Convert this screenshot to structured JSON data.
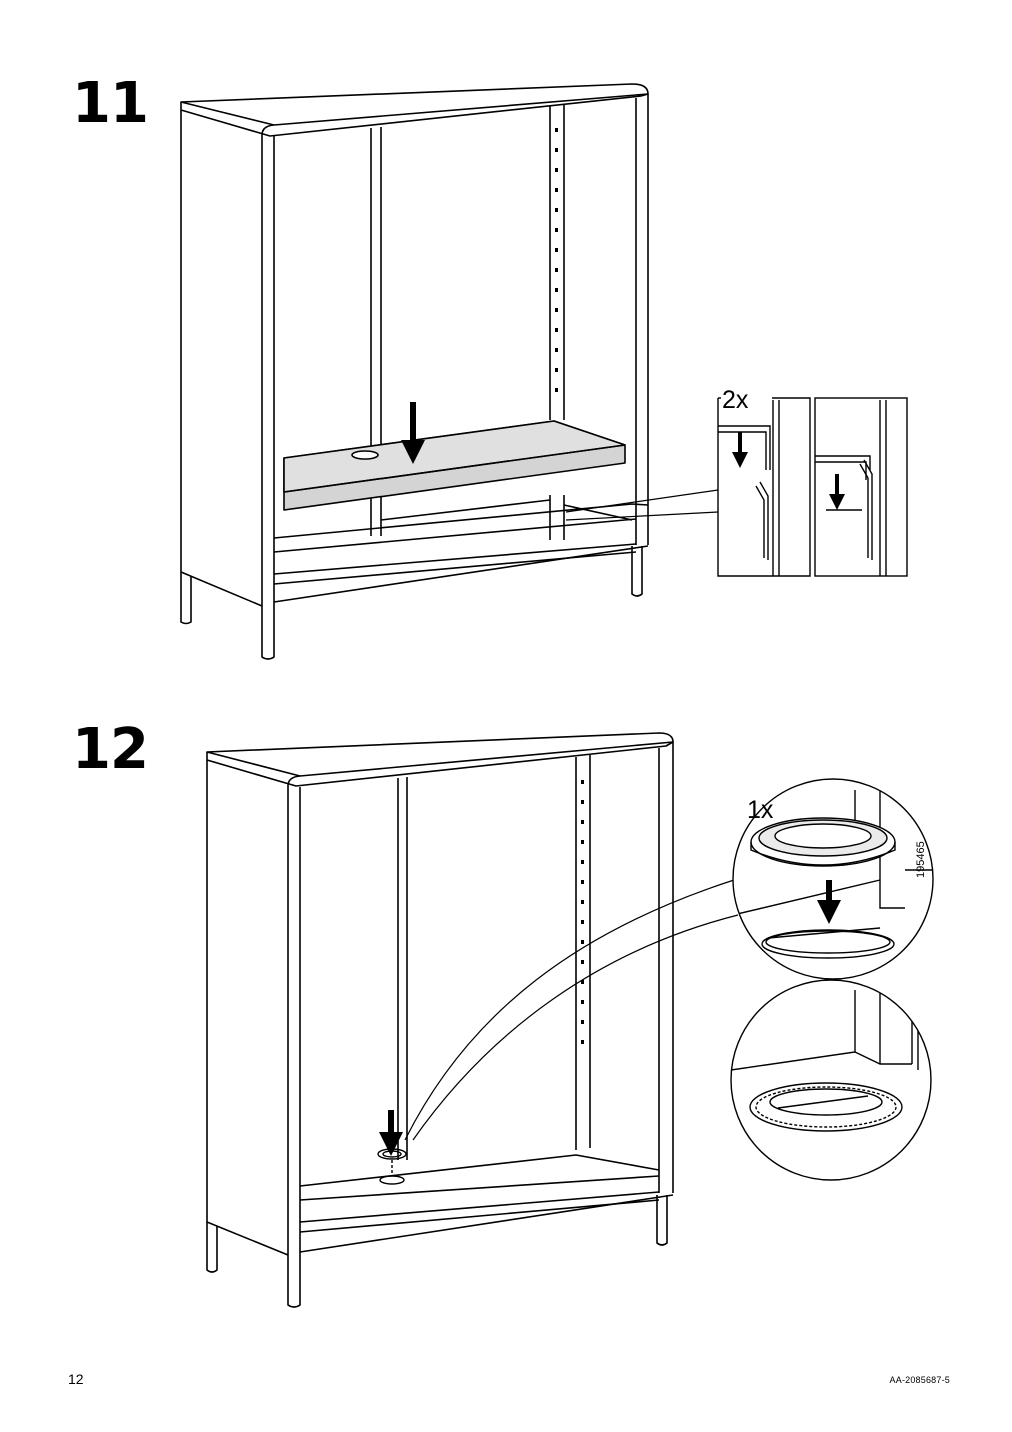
{
  "steps": [
    {
      "number": "11",
      "callout_quantity": "2x"
    },
    {
      "number": "12",
      "callout_quantity": "1x",
      "part_number": "195465"
    }
  ],
  "footer": {
    "page_number": "12",
    "document_code": "AA-2085687-5"
  }
}
